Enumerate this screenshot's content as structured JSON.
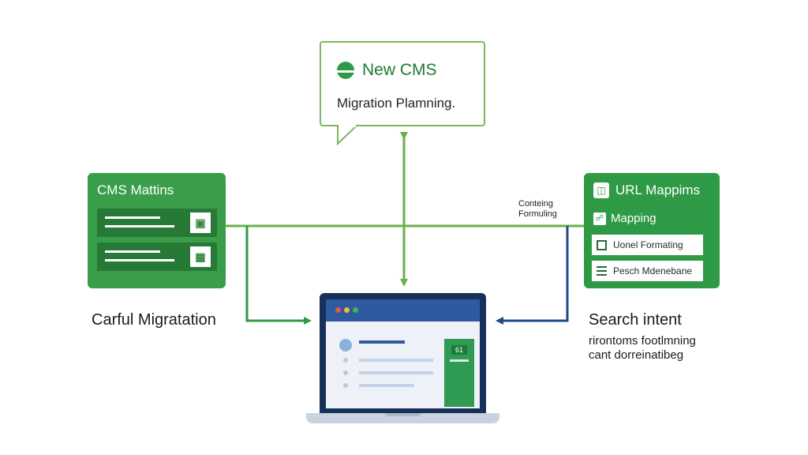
{
  "bubble": {
    "title": "New CMS",
    "subtitle": "Migration Plamning."
  },
  "left_card": {
    "title": "CMS Mattins",
    "row_icons": [
      "package-check-icon",
      "calendar-check-icon"
    ]
  },
  "right_card": {
    "title": "URL Mappims",
    "mapping_label": "Mapping",
    "rows": [
      "Uonel Formating",
      "Pesch Mdenebane"
    ]
  },
  "connector_label": {
    "line1": "Conteing",
    "line2": "Formuling"
  },
  "left_text": "Carful Migratation",
  "right_text": {
    "heading": "Search intent",
    "line1": "rirontoms footlmning",
    "line2": "cant dorreinatibeg"
  },
  "laptop": {
    "panel_badge": "61"
  },
  "colors": {
    "green_primary": "#3a9d4a",
    "green_dark": "#277a36",
    "green_line": "#6ab04c",
    "navy": "#16305a",
    "blue_arrow": "#1e4a8c"
  }
}
